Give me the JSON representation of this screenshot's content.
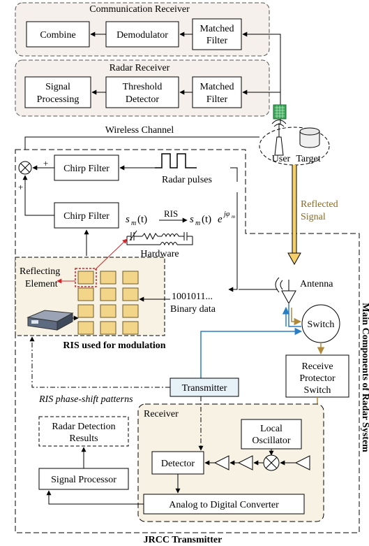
{
  "communication_receiver": {
    "title": "Communication Receiver",
    "combine": "Combine",
    "demodulator": "Demodulator",
    "matched_filter": [
      "Matched",
      "Filter"
    ]
  },
  "radar_receiver": {
    "title": "Radar Receiver",
    "signal_processing": [
      "Signal",
      "Processing"
    ],
    "threshold_detector": [
      "Threshold",
      "Detector"
    ],
    "matched_filter": [
      "Matched",
      "Filter"
    ]
  },
  "channel": {
    "wireless": "Wireless Channel",
    "user": "User",
    "target": "Target",
    "reflected": [
      "Reflected",
      "Signal"
    ]
  },
  "jrcc": {
    "chirp_filter": "Chirp Filter",
    "radar_pulses": "Radar pulses",
    "plus": "+",
    "formula": {
      "s": "s",
      "m": "m",
      "t": "(t)",
      "ris": "RIS",
      "phase": "jφ",
      "e": "e"
    },
    "hardware": "Hardware",
    "reflecting_element": [
      "Reflecting",
      "Element"
    ],
    "binary_digits": "1001011...",
    "binary_label": "Binary data",
    "ris_caption": "RIS used for modulation",
    "phase_patterns": "RIS phase-shift patterns",
    "transmitter": "Transmitter",
    "title": "JRCC Transmitter"
  },
  "radar_system": {
    "title": "Main Components of Radar System",
    "antenna": "Antenna",
    "switch": "Switch",
    "protector": [
      "Receive",
      "Protector",
      "Switch"
    ],
    "receiver": "Receiver",
    "local_osc": [
      "Local",
      "Oscillator"
    ],
    "detector": "Detector",
    "adc": "Analog to Digital Converter",
    "signal_processor": "Signal Processor",
    "detection_results": [
      "Radar Detection",
      "Results"
    ]
  },
  "colors": {
    "receiver_bg": "#f6f0ec",
    "ris_bg": "#f7f2e3",
    "tile": "#f3d58a",
    "reflected_arrow": "#f5d06a",
    "gold_line": "#b08a3a",
    "blue_line": "#2a7fc4",
    "red": "#d0262a",
    "transmitter_bg": "#e6f1f8"
  }
}
